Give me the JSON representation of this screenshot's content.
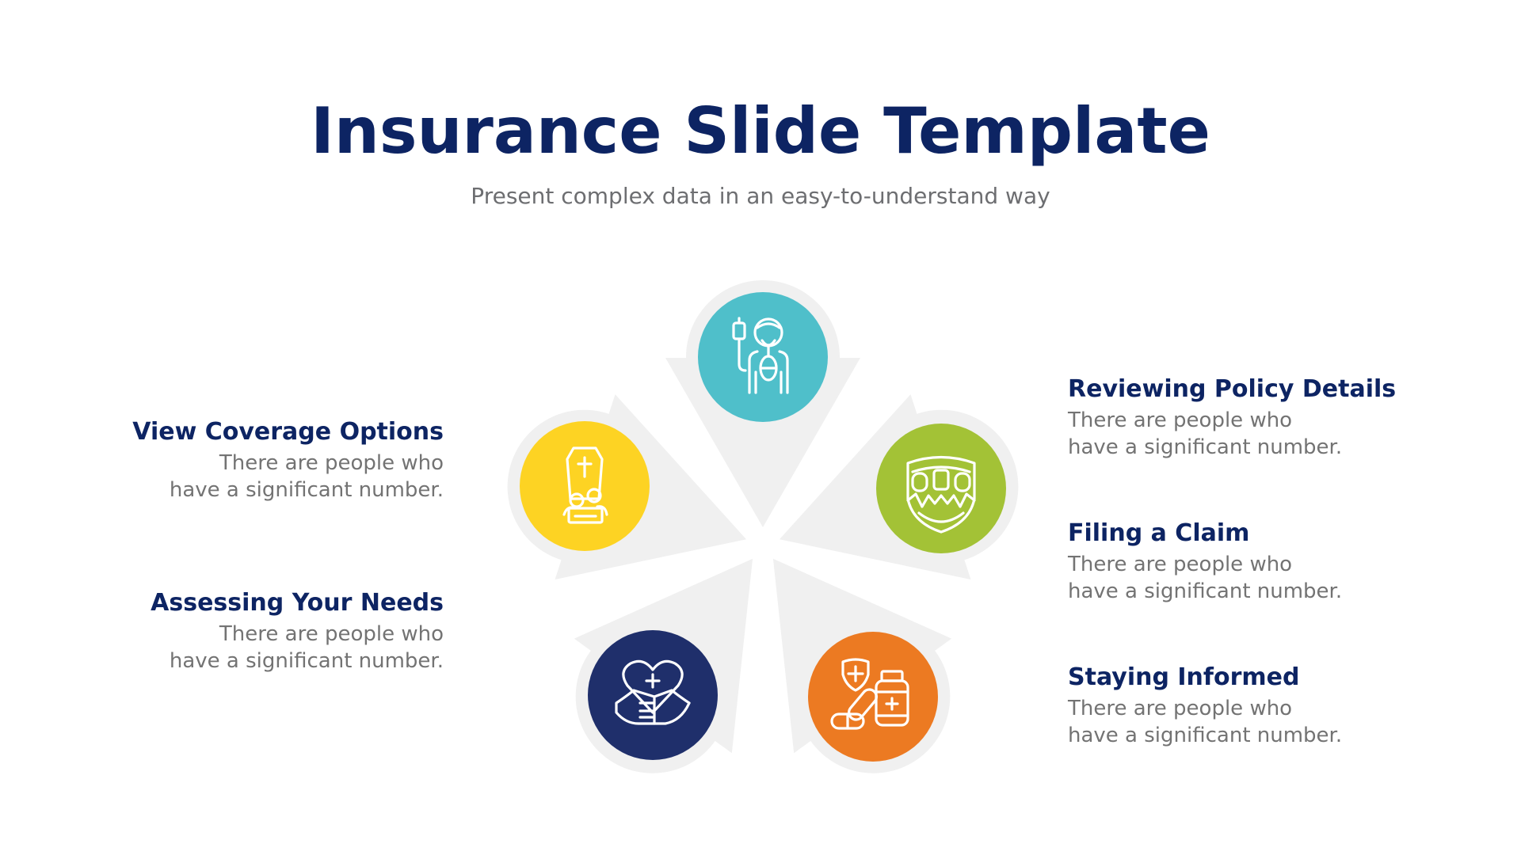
{
  "slide": {
    "title": "Insurance Slide Template",
    "subtitle": "Present complex data in an easy-to-understand way"
  },
  "colors": {
    "title": "#0d2463",
    "body_text": "#737373",
    "petal_gray": "#f0f0f0",
    "teal": "#4fbfca",
    "green": "#a3c236",
    "orange": "#ec7a22",
    "navy": "#1f2f6b",
    "yellow": "#fdd323"
  },
  "diagram": {
    "nodes": [
      {
        "position": "top",
        "color": "#4fbfca",
        "icon": "patient-oxygen-icon"
      },
      {
        "position": "upper-right",
        "color": "#a3c236",
        "icon": "family-shield-icon"
      },
      {
        "position": "lower-right",
        "color": "#ec7a22",
        "icon": "medicine-pills-icon"
      },
      {
        "position": "lower-left",
        "color": "#1f2f6b",
        "icon": "hands-heart-care-icon"
      },
      {
        "position": "upper-left",
        "color": "#fdd323",
        "icon": "coffin-flowers-icon"
      }
    ]
  },
  "items": {
    "view_coverage": {
      "heading": "View Coverage Options",
      "line1": "There are people who",
      "line2": "have a significant number."
    },
    "assessing_needs": {
      "heading": "Assessing Your Needs",
      "line1": "There are people who",
      "line2": "have a significant number."
    },
    "reviewing_policy": {
      "heading": "Reviewing Policy Details",
      "line1": "There are people who",
      "line2": "have a significant number."
    },
    "filing_claim": {
      "heading": "Filing a Claim",
      "line1": "There are people who",
      "line2": "have a significant number."
    },
    "staying_informed": {
      "heading": "Staying Informed",
      "line1": "There are people who",
      "line2": "have a significant number."
    }
  }
}
